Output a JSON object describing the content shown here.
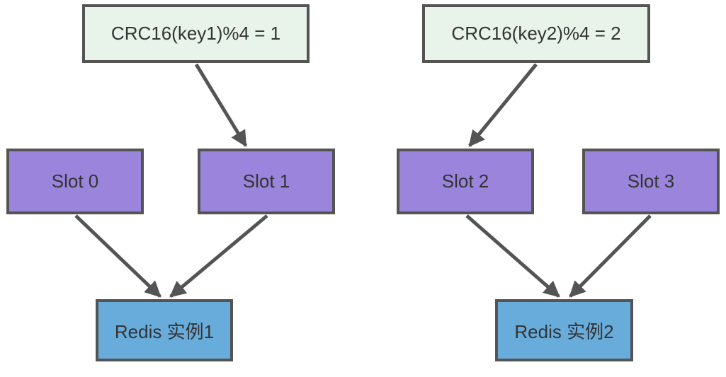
{
  "diagram": {
    "hash_nodes": [
      {
        "id": "crc-key1",
        "label": "CRC16(key1)%4 = 1"
      },
      {
        "id": "crc-key2",
        "label": "CRC16(key2)%4 = 2"
      }
    ],
    "slot_nodes": [
      {
        "id": "slot-0",
        "label": "Slot 0"
      },
      {
        "id": "slot-1",
        "label": "Slot 1"
      },
      {
        "id": "slot-2",
        "label": "Slot 2"
      },
      {
        "id": "slot-3",
        "label": "Slot 3"
      }
    ],
    "instance_nodes": [
      {
        "id": "redis-1",
        "label": "Redis 实例1"
      },
      {
        "id": "redis-2",
        "label": "Redis 实例2"
      }
    ],
    "edges": [
      {
        "from": "crc-key1",
        "to": "slot-1"
      },
      {
        "from": "crc-key2",
        "to": "slot-2"
      },
      {
        "from": "slot-0",
        "to": "redis-1"
      },
      {
        "from": "slot-1",
        "to": "redis-1"
      },
      {
        "from": "slot-2",
        "to": "redis-2"
      },
      {
        "from": "slot-3",
        "to": "redis-2"
      }
    ]
  },
  "colors": {
    "hash_node_fill": "#e8f4e9",
    "slot_node_fill": "#9b84dc",
    "instance_node_fill": "#68acdc",
    "node_border": "#545454",
    "arrow": "#545454",
    "text": "#333333",
    "background": "#ffffff"
  }
}
